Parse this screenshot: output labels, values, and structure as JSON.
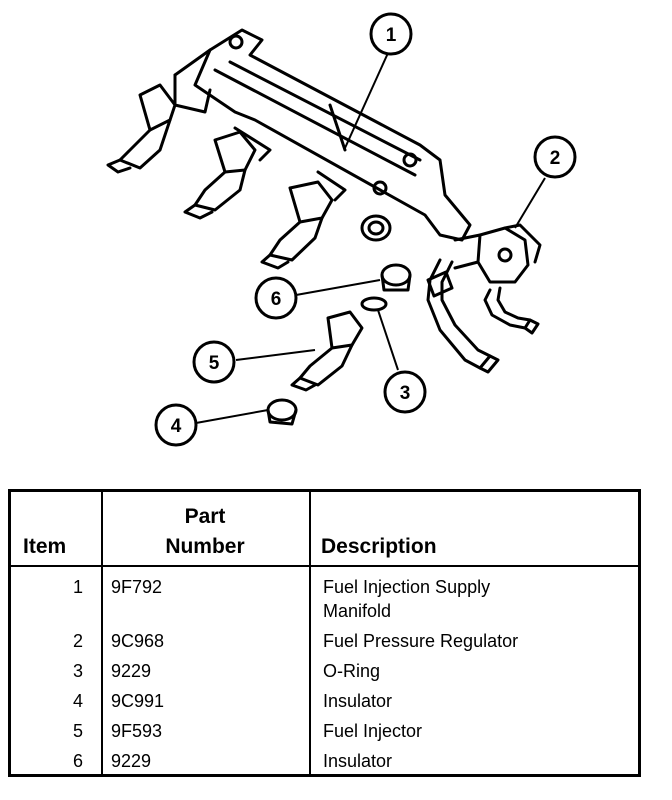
{
  "callouts": [
    "1",
    "2",
    "3",
    "4",
    "5",
    "6"
  ],
  "table": {
    "headers": {
      "item": "Item",
      "part_line1": "Part",
      "part_line2": "Number",
      "description": "Description"
    },
    "rows": [
      {
        "item": "1",
        "part": "9F792",
        "description_line1": "Fuel Injection Supply",
        "description_line2": "Manifold"
      },
      {
        "item": "2",
        "part": "9C968",
        "description_line1": "Fuel Pressure Regulator"
      },
      {
        "item": "3",
        "part": "9229",
        "description_line1": "O-Ring"
      },
      {
        "item": "4",
        "part": "9C991",
        "description_line1": "Insulator"
      },
      {
        "item": "5",
        "part": "9F593",
        "description_line1": "Fuel Injector"
      },
      {
        "item": "6",
        "part": "9229",
        "description_line1": "Insulator"
      }
    ]
  }
}
